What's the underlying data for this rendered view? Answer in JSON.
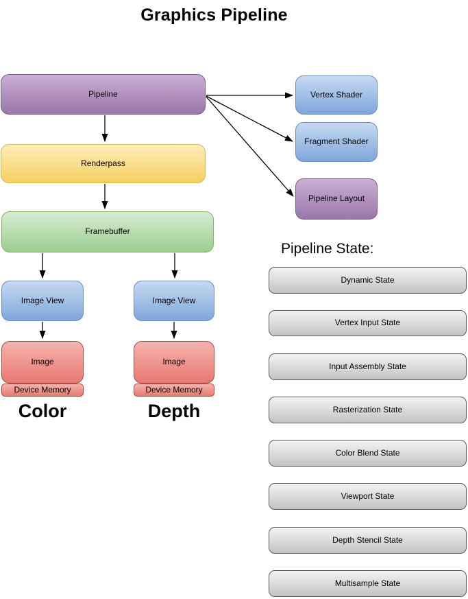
{
  "title": "Graphics Pipeline",
  "nodes": {
    "pipeline": "Pipeline",
    "renderpass": "Renderpass",
    "framebuffer": "Framebuffer",
    "image_view_color": "Image View",
    "image_view_depth": "Image View",
    "image_color": "Image",
    "image_depth": "Image",
    "device_memory_color": "Device Memory",
    "device_memory_depth": "Device Memory",
    "vertex_shader": "Vertex Shader",
    "fragment_shader": "Fragment Shader",
    "pipeline_layout": "Pipeline Layout"
  },
  "column_labels": {
    "color": "Color",
    "depth": "Depth"
  },
  "pipeline_state": {
    "heading": "Pipeline State:",
    "items": [
      "Dynamic State",
      "Vertex Input State",
      "Input Assembly State",
      "Rasterization State",
      "Color Blend State",
      "Viewport State",
      "Depth Stencil State",
      "Multisample State"
    ]
  },
  "edges": [
    {
      "from": "pipeline",
      "to": "renderpass"
    },
    {
      "from": "pipeline",
      "to": "vertex_shader"
    },
    {
      "from": "pipeline",
      "to": "fragment_shader"
    },
    {
      "from": "pipeline",
      "to": "pipeline_layout"
    },
    {
      "from": "renderpass",
      "to": "framebuffer"
    },
    {
      "from": "framebuffer",
      "to": "image_view_color"
    },
    {
      "from": "framebuffer",
      "to": "image_view_depth"
    },
    {
      "from": "image_view_color",
      "to": "image_color"
    },
    {
      "from": "image_view_depth",
      "to": "image_depth"
    }
  ],
  "colors": {
    "purple_top": "#c9afd3",
    "purple_bottom": "#9a76aa",
    "purple_border": "#7e5f91",
    "blue_top": "#c6d9f1",
    "blue_bottom": "#7fa6db",
    "blue_border": "#6c8ebf",
    "yellow_top": "#feedb8",
    "yellow_bottom": "#f6cf62",
    "yellow_border": "#d6b656",
    "green_top": "#d7ecd3",
    "green_bottom": "#9ccd8f",
    "green_border": "#82b366",
    "red_top": "#f5b3ae",
    "red_bottom": "#e87970",
    "red_border": "#ad4a44",
    "gray_top": "#f3f3f3",
    "gray_bottom": "#c3c3c3",
    "gray_border": "#5b5b5b",
    "arrow": "#000000",
    "text": "#000000"
  }
}
